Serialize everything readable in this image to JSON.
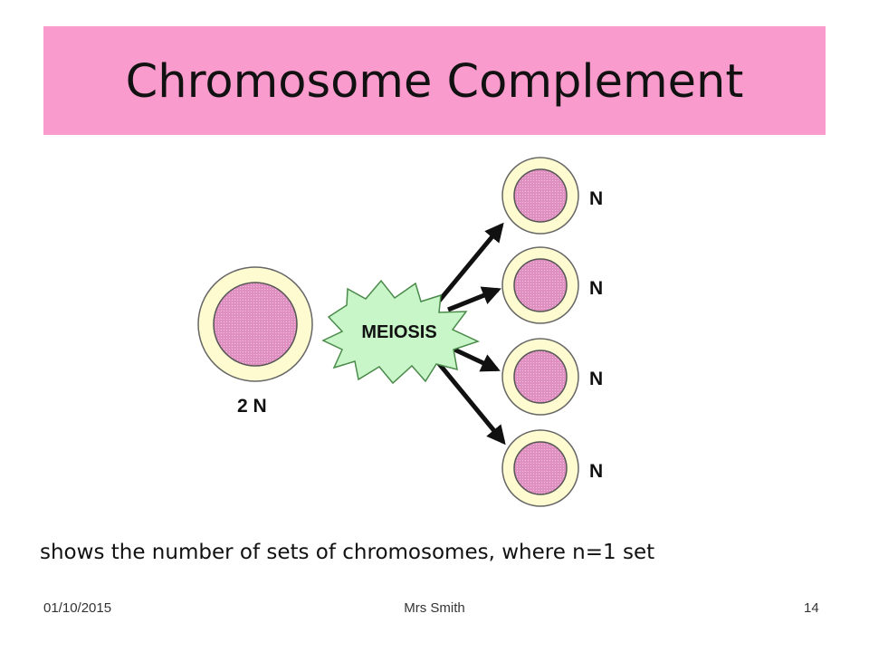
{
  "slide": {
    "title": "Chromosome Complement",
    "caption": "shows the number of sets of chromosomes, where n=1 set"
  },
  "diagram": {
    "parent_label": "2 N",
    "process_label": "MEIOSIS",
    "daughter_labels": [
      "N",
      "N",
      "N",
      "N"
    ]
  },
  "footer": {
    "date": "01/10/2015",
    "author": "Mrs Smith",
    "page": "14"
  },
  "colors": {
    "title_bar": "#f99ccd",
    "cell_cytoplasm": "#fdfbcf",
    "cell_nucleus": "#e090c0",
    "burst": "#c8f6c8"
  }
}
